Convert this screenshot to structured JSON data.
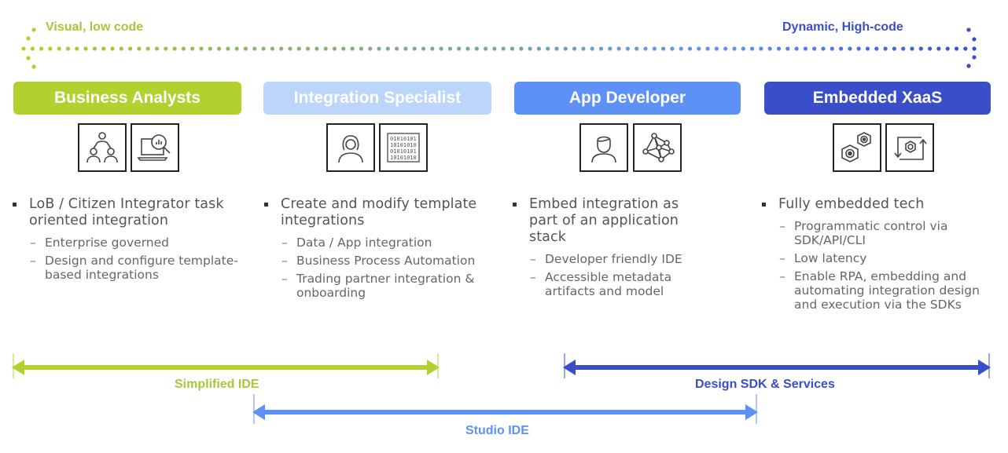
{
  "spectrum": {
    "left_label": "Visual, low code",
    "right_label": "Dynamic, High-code",
    "left_color": "#b0d12e",
    "right_color": "#3a4ec9"
  },
  "personas": [
    {
      "title": "Business Analysts",
      "color": "#b0d12e",
      "icons": [
        "team-hierarchy-icon",
        "laptop-analytics-icon"
      ],
      "bullet": "LoB / Citizen Integrator task oriented integration",
      "subs": [
        "Enterprise governed",
        "Design and configure template-based integrations"
      ]
    },
    {
      "title": "Integration Specialist",
      "color": "#bcd5fb",
      "icons": [
        "woman-user-icon",
        "binary-code-icon"
      ],
      "bullet": "Create and modify template integrations",
      "subs": [
        "Data / App integration",
        "Business Process Automation",
        "Trading partner integration & onboarding"
      ]
    },
    {
      "title": "App Developer",
      "color": "#5e91f5",
      "icons": [
        "man-user-icon",
        "network-graph-icon"
      ],
      "bullet": "Embed integration as part of an application stack",
      "subs": [
        "Developer friendly IDE",
        "Accessible metadata artifacts and model"
      ]
    },
    {
      "title": "Embedded XaaS",
      "color": "#3a4ec9",
      "icons": [
        "gears-icon",
        "cycle-nut-icon"
      ],
      "bullet": "Fully embedded tech",
      "subs": [
        "Programmatic control via SDK/API/CLI",
        "Low latency",
        "Enable RPA, embedding and automating integration design and execution via the SDKs"
      ]
    }
  ],
  "ranges": [
    {
      "label": "Simplified IDE",
      "color": "#b0d12e"
    },
    {
      "label": "Design SDK & Services",
      "color": "#3a4ec9"
    },
    {
      "label": "Studio IDE",
      "color": "#5e91f5"
    }
  ]
}
